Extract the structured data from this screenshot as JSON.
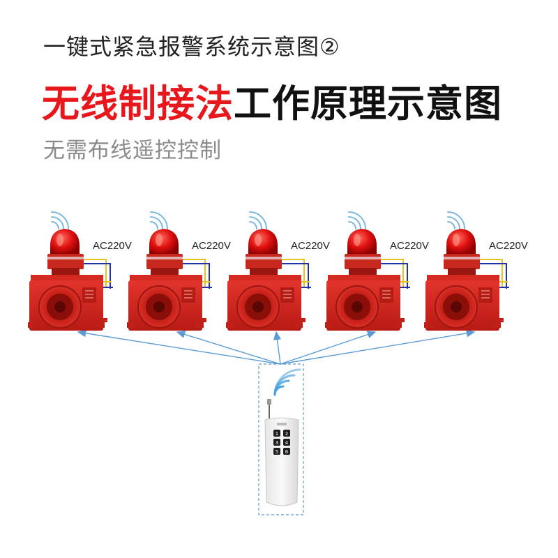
{
  "header": {
    "subtitle": "一键式紧急报警系统示意图②",
    "title_red": "无线制接法",
    "title_black": "工作原理示意图",
    "caption": "无需布线遥控控制"
  },
  "alarms": [
    {
      "voltage_label": "AC220V"
    },
    {
      "voltage_label": "AC220V"
    },
    {
      "voltage_label": "AC220V"
    },
    {
      "voltage_label": "AC220V"
    },
    {
      "voltage_label": "AC220V"
    }
  ],
  "remote": {
    "buttons": [
      "1",
      "2",
      "3",
      "4",
      "5",
      "6"
    ]
  },
  "colors": {
    "accent_red": "#e8171c",
    "signal_blue": "#5b9bd5",
    "wire_yellow": "#e9c21b",
    "wire_blue": "#2233aa"
  }
}
